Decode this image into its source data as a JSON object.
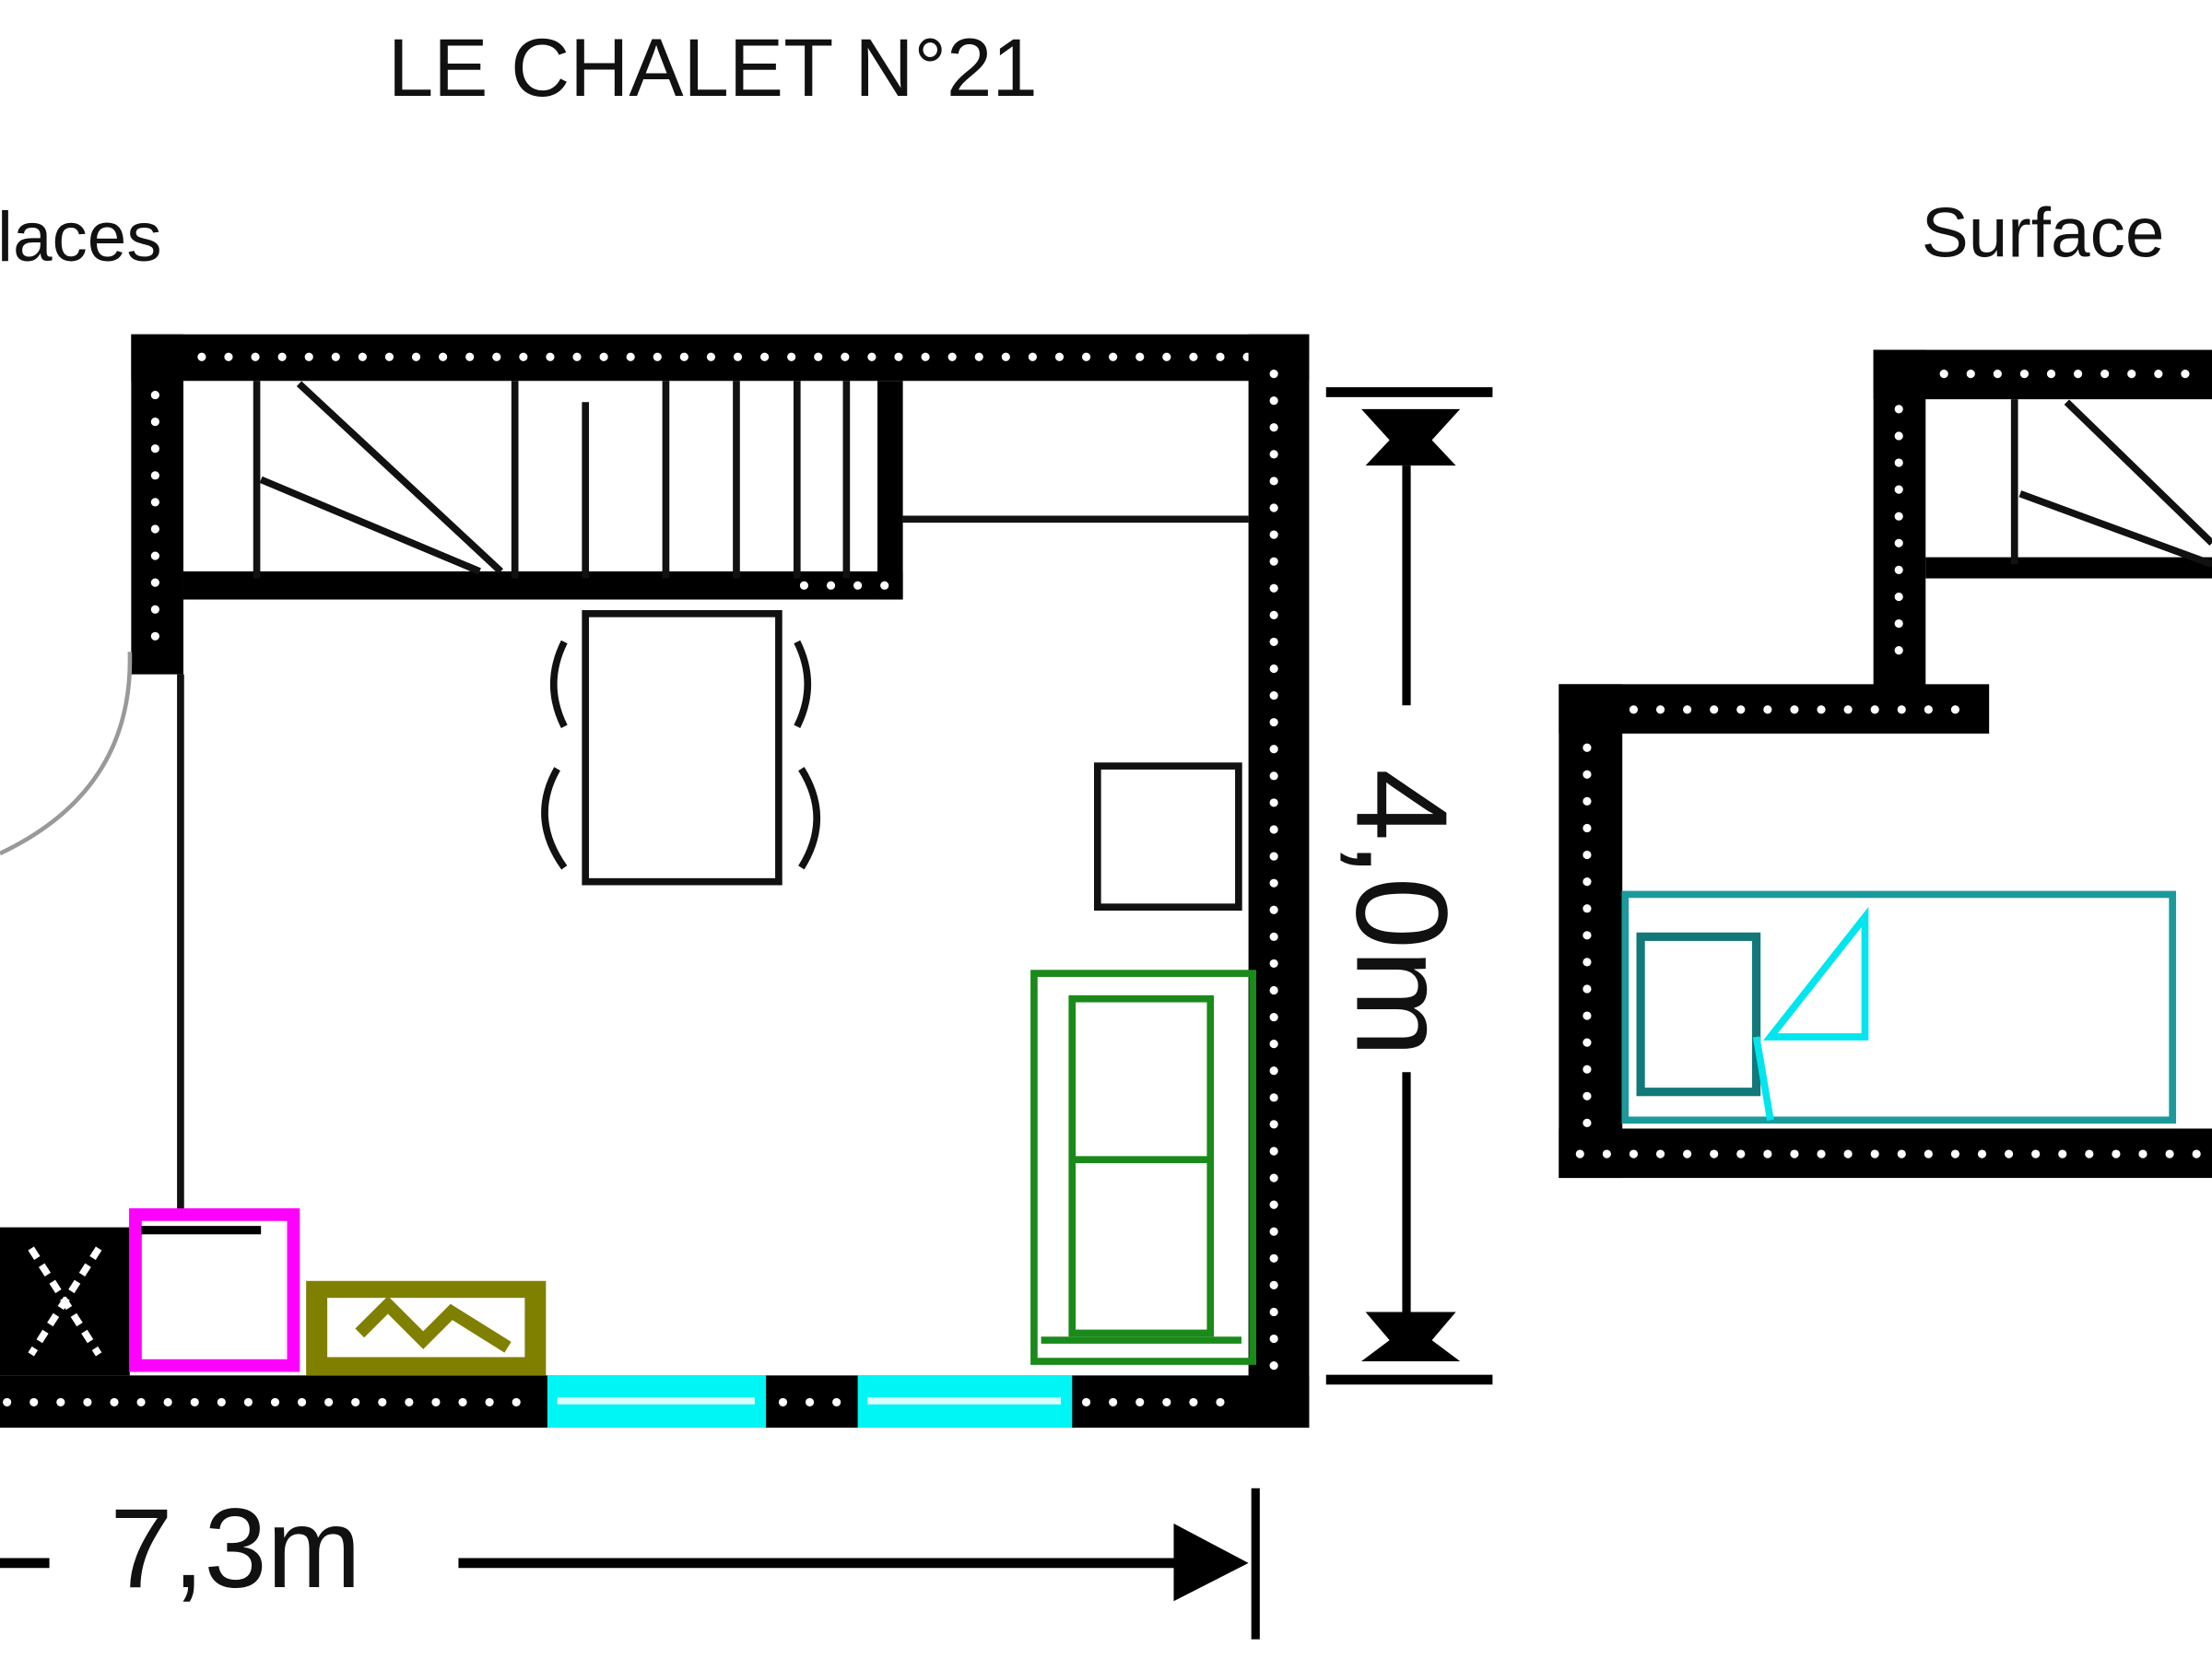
{
  "title": "LE CHALET N°21",
  "left_label": "laces",
  "right_label": "Surface",
  "dimensions": {
    "height": "4,0m",
    "width": "7,3m"
  },
  "colors": {
    "wall": "#000000",
    "window": "#00f5f5",
    "sofa": "#1a8a1a",
    "appliance_magenta": "#ff00ff",
    "appliance_olive": "#808000",
    "bed": "#1a9a9a",
    "bed_accent": "#00e5ee"
  }
}
